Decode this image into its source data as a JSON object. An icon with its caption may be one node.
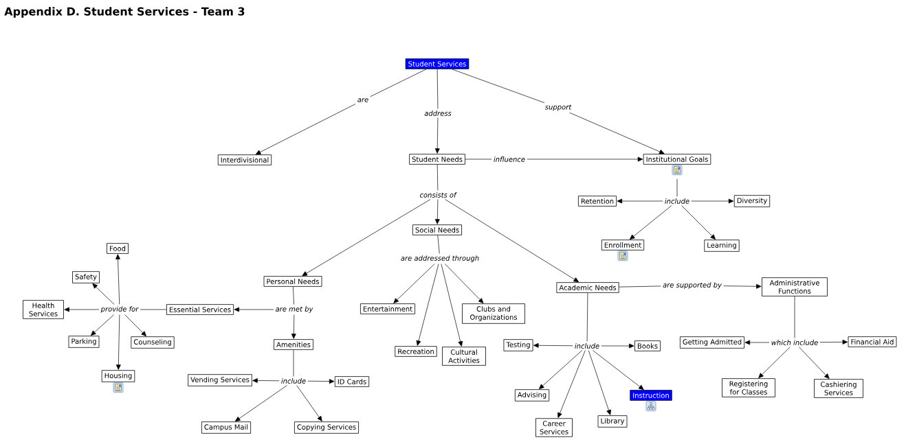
{
  "diagram": {
    "title": "Appendix D. Student Services - Team 3",
    "nodes": [
      {
        "text": [
          "Student Services"
        ]
      },
      {
        "text": [
          "are"
        ]
      },
      {
        "text": [
          "address"
        ]
      },
      {
        "text": [
          "support"
        ]
      },
      {
        "text": [
          "Interdivisional"
        ]
      },
      {
        "text": [
          "Student Needs"
        ]
      },
      {
        "text": [
          "influence"
        ]
      },
      {
        "text": [
          "Institutional Goals"
        ]
      },
      {
        "text": [
          "consists of"
        ]
      },
      {
        "text": [
          "Retention"
        ]
      },
      {
        "text": [
          "include"
        ]
      },
      {
        "text": [
          "Diversity"
        ]
      },
      {
        "text": [
          "Social Needs"
        ]
      },
      {
        "text": [
          "Enrollment"
        ]
      },
      {
        "text": [
          "Learning"
        ]
      },
      {
        "text": [
          "are addressed through"
        ]
      },
      {
        "text": [
          "Food"
        ]
      },
      {
        "text": [
          "Safety"
        ]
      },
      {
        "text": [
          "Personal Needs"
        ]
      },
      {
        "text": [
          "Academic Needs"
        ]
      },
      {
        "text": [
          "are supported by"
        ]
      },
      {
        "text": [
          "Administrative Functions"
        ]
      },
      {
        "text": [
          "Health Services"
        ]
      },
      {
        "text": [
          "provide for"
        ]
      },
      {
        "text": [
          "Essential Services"
        ]
      },
      {
        "text": [
          "are met by"
        ]
      },
      {
        "text": [
          "Entertainment"
        ]
      },
      {
        "text": [
          "Clubs and Organizations"
        ]
      },
      {
        "text": [
          "Parking"
        ]
      },
      {
        "text": [
          "Counseling"
        ]
      },
      {
        "text": [
          "Amenities"
        ]
      },
      {
        "text": [
          "Testing"
        ]
      },
      {
        "text": [
          "include"
        ]
      },
      {
        "text": [
          "Books"
        ]
      },
      {
        "text": [
          "Getting Admitted"
        ]
      },
      {
        "text": [
          "which include"
        ]
      },
      {
        "text": [
          "Financial Aid"
        ]
      },
      {
        "text": [
          "Recreation"
        ]
      },
      {
        "text": [
          "Cultural Activities"
        ]
      },
      {
        "text": [
          "Housing"
        ]
      },
      {
        "text": [
          "Vending Services"
        ]
      },
      {
        "text": [
          "include"
        ]
      },
      {
        "text": [
          "ID Cards"
        ]
      },
      {
        "text": [
          "Registering for Classes"
        ]
      },
      {
        "text": [
          "Cashiering Services"
        ]
      },
      {
        "text": [
          "Advising"
        ]
      },
      {
        "text": [
          "Instruction"
        ]
      },
      {
        "text": [
          "Library"
        ]
      },
      {
        "text": [
          "Career Services"
        ]
      },
      {
        "text": [
          "Campus Mail"
        ]
      },
      {
        "text": [
          "Copying Services"
        ]
      }
    ],
    "edges": [
      {
        "from": 0,
        "to": 1,
        "arrow": "none"
      },
      {
        "from": 1,
        "to": 4,
        "arrow": "to"
      },
      {
        "from": 0,
        "to": 2,
        "arrow": "none"
      },
      {
        "from": 2,
        "to": 5,
        "arrow": "to"
      },
      {
        "from": 0,
        "to": 3,
        "arrow": "none"
      },
      {
        "from": 3,
        "to": 7,
        "arrow": "to"
      },
      {
        "from": 5,
        "to": 6,
        "arrow": "none"
      },
      {
        "from": 6,
        "to": 7,
        "arrow": "to"
      },
      {
        "from": 5,
        "to": 8,
        "arrow": "none"
      },
      {
        "from": 8,
        "to": 18,
        "arrow": "to"
      },
      {
        "from": 8,
        "to": 12,
        "arrow": "to"
      },
      {
        "from": 8,
        "to": 19,
        "arrow": "to"
      },
      {
        "from": 7,
        "to": 10,
        "arrow": "none"
      },
      {
        "from": 10,
        "to": 9,
        "arrow": "to"
      },
      {
        "from": 10,
        "to": 11,
        "arrow": "to"
      },
      {
        "from": 10,
        "to": 13,
        "arrow": "to"
      },
      {
        "from": 10,
        "to": 14,
        "arrow": "to"
      },
      {
        "from": 12,
        "to": 15,
        "arrow": "none"
      },
      {
        "from": 15,
        "to": 26,
        "arrow": "to"
      },
      {
        "from": 15,
        "to": 37,
        "arrow": "to"
      },
      {
        "from": 15,
        "to": 38,
        "arrow": "to"
      },
      {
        "from": 15,
        "to": 27,
        "arrow": "to"
      },
      {
        "from": 18,
        "to": 25,
        "arrow": "none"
      },
      {
        "from": 25,
        "to": 24,
        "arrow": "to"
      },
      {
        "from": 25,
        "to": 30,
        "arrow": "to"
      },
      {
        "from": 24,
        "to": 23,
        "arrow": "none"
      },
      {
        "from": 23,
        "to": 16,
        "arrow": "to"
      },
      {
        "from": 23,
        "to": 17,
        "arrow": "to"
      },
      {
        "from": 23,
        "to": 22,
        "arrow": "to"
      },
      {
        "from": 23,
        "to": 28,
        "arrow": "to"
      },
      {
        "from": 23,
        "to": 29,
        "arrow": "to"
      },
      {
        "from": 23,
        "to": 39,
        "arrow": "to"
      },
      {
        "from": 30,
        "to": 41,
        "arrow": "none"
      },
      {
        "from": 41,
        "to": 40,
        "arrow": "to"
      },
      {
        "from": 41,
        "to": 42,
        "arrow": "to"
      },
      {
        "from": 41,
        "to": 49,
        "arrow": "to"
      },
      {
        "from": 41,
        "to": 50,
        "arrow": "to"
      },
      {
        "from": 19,
        "to": 20,
        "arrow": "none"
      },
      {
        "from": 20,
        "to": 21,
        "arrow": "to"
      },
      {
        "from": 19,
        "to": 32,
        "arrow": "none"
      },
      {
        "from": 32,
        "to": 31,
        "arrow": "to"
      },
      {
        "from": 32,
        "to": 33,
        "arrow": "to"
      },
      {
        "from": 32,
        "to": 45,
        "arrow": "to"
      },
      {
        "from": 32,
        "to": 48,
        "arrow": "to"
      },
      {
        "from": 32,
        "to": 47,
        "arrow": "to"
      },
      {
        "from": 32,
        "to": 46,
        "arrow": "to"
      },
      {
        "from": 21,
        "to": 35,
        "arrow": "none"
      },
      {
        "from": 35,
        "to": 34,
        "arrow": "to"
      },
      {
        "from": 35,
        "to": 36,
        "arrow": "to"
      },
      {
        "from": 35,
        "to": 43,
        "arrow": "to"
      },
      {
        "from": 35,
        "to": 44,
        "arrow": "to"
      }
    ]
  }
}
